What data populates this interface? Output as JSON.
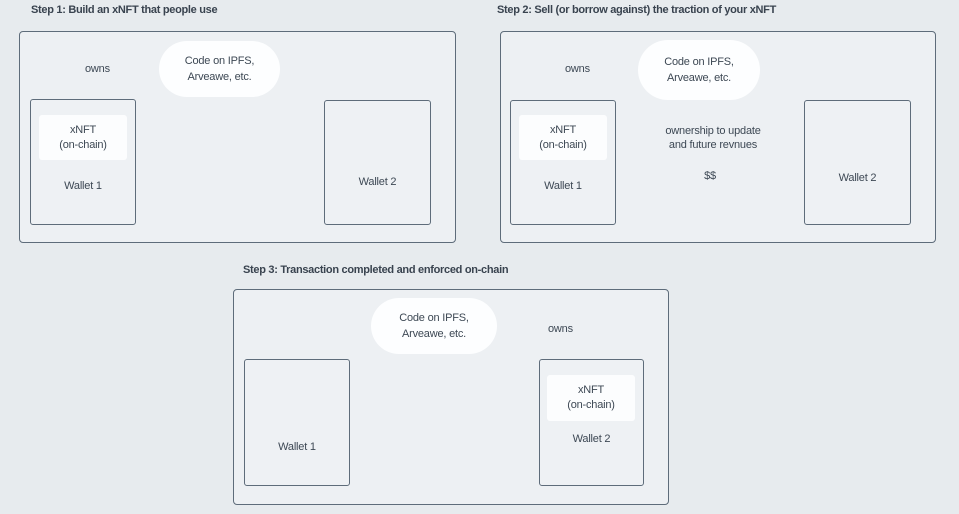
{
  "colors": {
    "background": "#e7ebee",
    "panel_fill": "#edf0f3",
    "stroke": "#5e6c7a",
    "text": "#3d4854",
    "bubble_fill": "#fdfeff"
  },
  "steps": [
    {
      "title": "Step 1: Build an xNFT that people use",
      "bubble": {
        "line1": "Code on IPFS,",
        "line2": "Arveawe, etc."
      },
      "owns_label": "owns",
      "wallet1": {
        "label": "Wallet 1",
        "chip_line1": "xNFT",
        "chip_line2": "(on-chain)"
      },
      "wallet2": {
        "label": "Wallet 2"
      }
    },
    {
      "title": "Step 2: Sell (or borrow against) the traction of your xNFT",
      "bubble": {
        "line1": "Code on IPFS,",
        "line2": "Arveawe, etc."
      },
      "owns_label": "owns",
      "wallet1": {
        "label": "Wallet 1",
        "chip_line1": "xNFT",
        "chip_line2": "(on-chain)"
      },
      "wallet2": {
        "label": "Wallet 2"
      },
      "transfer_label": {
        "line1": "ownership to update",
        "line2": "and future revnues"
      },
      "payment_label": "$$"
    },
    {
      "title": "Step 3: Transaction completed and enforced on-chain",
      "bubble": {
        "line1": "Code on IPFS,",
        "line2": "Arveawe, etc."
      },
      "owns_label": "owns",
      "wallet1": {
        "label": "Wallet 1"
      },
      "wallet2": {
        "label": "Wallet 2",
        "chip_line1": "xNFT",
        "chip_line2": "(on-chain)"
      }
    }
  ]
}
